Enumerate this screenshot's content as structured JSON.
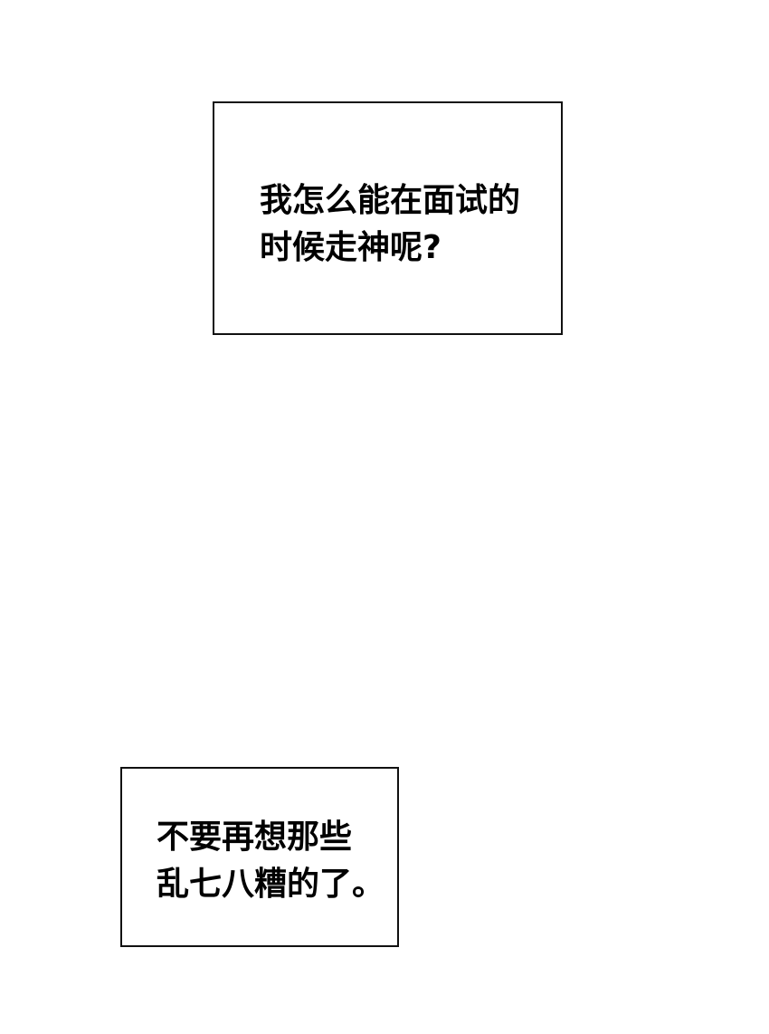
{
  "captions": [
    {
      "lines": [
        "我怎么能在面试的",
        "时候走神呢?"
      ]
    },
    {
      "lines": [
        "不要再想那些",
        "乱七八糟的了。"
      ]
    }
  ]
}
